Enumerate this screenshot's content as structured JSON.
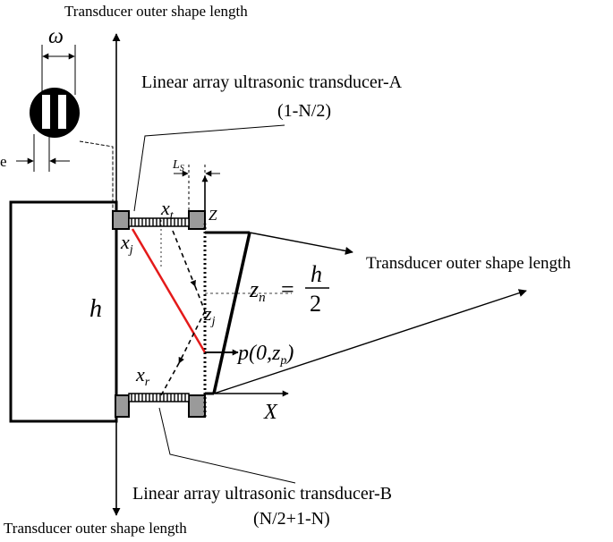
{
  "labels": {
    "outer_top": "Transducer outer shape length",
    "outer_right": "Transducer outer shape length",
    "outer_bottom": "Transducer outer shape length",
    "array_a": "Linear array ultrasonic transducer-A",
    "array_a_range": "(1-N/2)",
    "array_b": "Linear array ultrasonic transducer-B",
    "array_b_range": "(N/2+1-N)",
    "omega": "ω",
    "e": "e",
    "ls_main": "L",
    "ls_sub": "S",
    "z_axis": "Z",
    "x_axis": "X",
    "h": "h",
    "xt_main": "x",
    "xt_sub": "t",
    "xj_main": "x",
    "xj_sub": "j",
    "xr_main": "x",
    "xr_sub": "r",
    "zj_main": "z",
    "zj_sub": "j",
    "zn_main": "z",
    "zn_sub": "n",
    "zn_eq": "=",
    "frac_num": "h",
    "frac_den": "2",
    "p_main": "p(0,",
    "p_z": "z",
    "p_sub": "p",
    "p_close": ")"
  },
  "colors": {
    "ink": "#000000",
    "red_path": "#e41a1a",
    "element_fill": "#9a9a9a"
  }
}
